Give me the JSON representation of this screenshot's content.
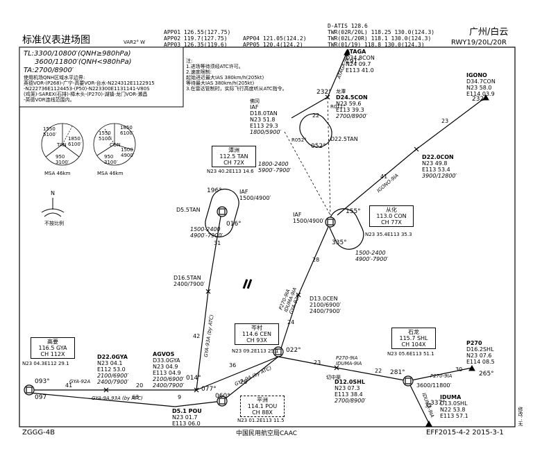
{
  "header": {
    "title": "标准仪表进场图",
    "var": "VAR2° W",
    "app_freqs": [
      "APP01 126.55(127.75)",
      "APP02 119.7(127.75)",
      "APP03 126.35(119.6)"
    ],
    "app_freqs2": [
      "APP04 121.05(124.2)",
      "APP05 120.4(124.2)"
    ],
    "atis": [
      "D-ATIS 128.6",
      "TWR(02R/20L) 118.25 130.0(124.3)",
      "TWR(02L/20R) 118.1 130.0(124.3)",
      "TWR(01/19) 118.8 130.0(124.3)"
    ],
    "airport": "广州/白云",
    "runways": "RWY19/20L/20R"
  },
  "infobox": {
    "tl1": "TL:3300/10800′(QNH≥980hPa)",
    "tl2": "3600/11800′(QNH<980hPa)",
    "ta": "TA:2700/8900′",
    "boundary": [
      "使用机场QNH区域水平边界:",
      "英德VOR-(P268)-广宁-高要VOR-台水-N224312E1122915",
      "-N222736E1124453-(P50)-N223300E1131141-V80S",
      "(鸡笼)-SAREX(石排)-樟木头-(P270)-湖镇-龙门VOR-瀬昌",
      "-英德VOR连线范围内。"
    ]
  },
  "notes": [
    "注:",
    "1.进场等待须经ATC许可。",
    "2.速度限制:",
    "  起始进近最大IAS 380km/h(205kt)",
    "  等待最大IAS 380km/h(205kt)",
    "3.在雷达管制时，实际飞行高度听从ATC指令。"
  ],
  "msa": [
    {
      "label": "MSA 46km",
      "center": "TAN",
      "sectors": [
        "1550\n5100′",
        "1850\n6100′",
        "950\n3100′"
      ]
    },
    {
      "label": "MSA 46km",
      "center": "CON",
      "sectors": [
        "1550\n5100′",
        "1850\n6100′",
        "950\n3100′",
        "1500\n4900′"
      ]
    }
  ],
  "north": {
    "label": "N",
    "scale": "不按比例"
  },
  "navaids": {
    "tan": {
      "name": "潭洲",
      "freq": "112.5 TAN",
      "ch": "CH 72X",
      "coord": "N23 40.2E113 14.6"
    },
    "con": {
      "name": "从化",
      "freq": "113.0 CON",
      "ch": "CH 77X",
      "coord": "N23 35.4E113 35.3"
    },
    "gya": {
      "name": "高要",
      "freq": "116.5 GYA",
      "ch": "CH 112X",
      "coord": "N23 04.3E112 29.1"
    },
    "cen": {
      "name": "岑村",
      "freq": "114.6 CEN",
      "ch": "CH 93X",
      "coord": "N23 09.2E113 25.1"
    },
    "shl": {
      "name": "石龙",
      "freq": "115.7 SHL",
      "ch": "CH 104X",
      "coord": "N23 05.6E113 51.1"
    },
    "pou": {
      "name": "平洲",
      "freq": "114.1 POU",
      "ch": "CH 88X",
      "coord": "N23 01.2E113 11.5"
    }
  },
  "fixes": {
    "ataga": [
      "ATAGA",
      "D34.8CON",
      "N24 09.7",
      "E113 41.0"
    ],
    "igono": [
      "IGONO",
      "D34.7CON",
      "N23 58.0",
      "E114 03.9"
    ],
    "d24": [
      "龙潭",
      "D24.5CON",
      "N23 59.6",
      "E113 39.3",
      "2700/8900′"
    ],
    "d18": [
      "佛冈",
      "IAF",
      "D18.0TAN",
      "N23 51.8",
      "E113 29.3",
      "1800/5900′"
    ],
    "d22con": [
      "D22.0CON",
      "N23 49.8",
      "E113 53.4",
      "3900/12800′"
    ],
    "d22gya": [
      "D22.0GYA",
      "N23 04.1",
      "E112 53.0",
      "2100/6900′",
      "2400/7900′"
    ],
    "agvos": [
      "AGVOS",
      "D33.0GYA",
      "N23 04.9",
      "E113 04.9",
      "2100/6900′",
      "2400/7900′"
    ],
    "d5pou": [
      "D5.1 POU",
      "N23 01.7",
      "E113 06.0"
    ],
    "d12shl": [
      "D12.0SHL",
      "N23 07.3",
      "E113 38.4",
      "2700/8900′"
    ],
    "d16shl": [
      "P270",
      "D16.2SHL",
      "N23 07.6",
      "E114 08.5"
    ],
    "iduma": [
      "IDUMA",
      "D13.0SHL",
      "N22 53.8",
      "E113 57.1"
    ]
  },
  "labels": {
    "iaf_tan": "IAF\n1500/4900′",
    "iaf_con": "IAF\n1500/4900′",
    "d5tan": "D5.5TAN",
    "d16tan": "D16.5TAN\n2400/7900′",
    "d22tan": "D22.5TAN",
    "hold_tan": "1500-2400\n4900′-7900′",
    "hold_con": "1500-2400\n4900′-7900′",
    "hold_d18": "1800-2400\n5900′-7900′",
    "d13cen": "D13.0CEN\n2100/6900′\n2400/7900′",
    "shl_iaf": "3600/11800′",
    "gya9a": "GYA-9A,93A (by ATC)",
    "gya92a": "GYA-92A",
    "gya9a2": "GYA-9A (by ATC)",
    "gya93a": "GYA-93A (by ATC)",
    "p270_9ia": "P270-9IA\nIDUMA-9IA",
    "p270_9ia2": "P270-9IA",
    "iduma_9ia": "IDUMA-9IA",
    "ataga_9ia": "ATAGA-9IA",
    "igono_9ia": "IGONO-9IA",
    "p270_9ia3": "P270-9IA\nIDUMA-9IA\nGYA-92A",
    "dist41": "41",
    "dist20": "20",
    "dist63": "63",
    "dist9": "9",
    "dist36": "36",
    "dist28": "28",
    "dist42": "42",
    "dist31": "31",
    "dist24": "24",
    "dist23": "23",
    "dist22": "22",
    "dist30": "30",
    "dist41b": "41",
    "dist23b": "23",
    "dist22b": "22",
    "dist28b": "28",
    "dist33": "33",
    "brg093": "093°",
    "brg097": "097",
    "brg014": "014°",
    "brg077": "077°",
    "brg060": "060°",
    "brg022": "022°",
    "brg281": "281°",
    "brg265": "265°",
    "brg196": "196°",
    "brg016": "016°",
    "brg155": "155°",
    "brg335": "335°",
    "brg232": "232°",
    "brg232b": "232°",
    "brg052": "052°",
    "brg191": "191°",
    "brg011": "R011°",
    "brg052r": "R052°",
    "brg337": "337°",
    "shl_river": "切中渠",
    "side": "修改：无"
  },
  "footer": {
    "left": "ZGGG-4B",
    "center": "中国民用航空局CAAC",
    "right": "EFF2015-4-2  2015-3-1"
  }
}
